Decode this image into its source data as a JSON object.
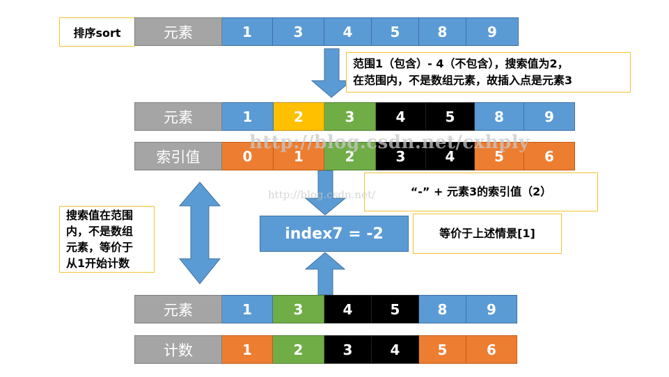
{
  "top_row": {
    "label": "排序sort",
    "header": "元素",
    "values": [
      "1",
      "3",
      "4",
      "5",
      "8",
      "9"
    ]
  },
  "note_top": {
    "line1": "范围1（包含）- 4（不包含），搜索值为2，",
    "line2": "在范围内，不是数组元素，故插入点是元素3"
  },
  "mid_elements": {
    "header": "元素",
    "values": [
      "1",
      "2",
      "3",
      "4",
      "5",
      "8",
      "9"
    ]
  },
  "mid_index": {
    "header": "索引值",
    "values": [
      "0",
      "1",
      "2",
      "3",
      "4",
      "5",
      "6"
    ]
  },
  "note_formula": {
    "text": "“-”  +  元素3的索引值（2）"
  },
  "result_box": {
    "text": "index7 = -2"
  },
  "note_equiv": {
    "text": "等价于上述情景[1]"
  },
  "note_left": {
    "line1": "搜索值在范围",
    "line2": "内，不是数组",
    "line3": "元素，等价于",
    "line4": "从1开始计数"
  },
  "bottom_elements": {
    "header": "元素",
    "values": [
      "1",
      "3",
      "4",
      "5",
      "8",
      "9"
    ]
  },
  "bottom_count": {
    "header": "计数",
    "values": [
      "1",
      "2",
      "3",
      "4",
      "5",
      "6"
    ]
  },
  "watermarks": {
    "large": "http://blog.csdn.net/cxhply",
    "small": "http://blog.csdn.net/"
  },
  "colors": {
    "blue": "#5b9bd5",
    "orange": "#ed7d31",
    "yellow": "#ffc000",
    "green": "#70ad47",
    "black": "#000000",
    "gray": "#a5a5a5",
    "note_border": "#f2c12e"
  }
}
